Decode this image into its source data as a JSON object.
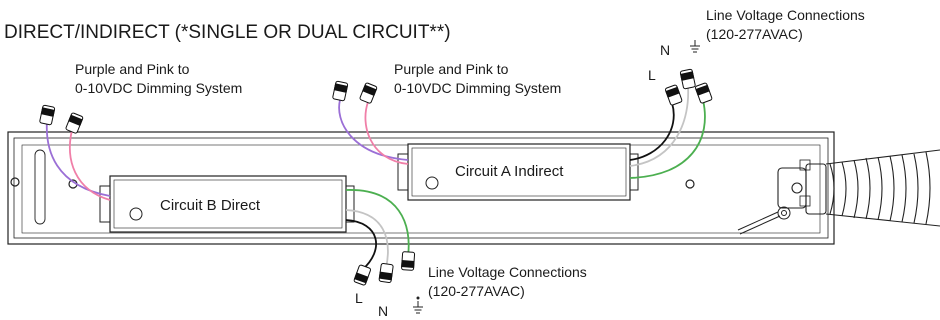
{
  "title": "DIRECT/INDIRECT (*SINGLE OR DUAL CIRCUIT**)",
  "dimming_label_left": [
    "Purple and Pink to",
    "0-10VDC Dimming System"
  ],
  "dimming_label_right": [
    "Purple and Pink to",
    "0-10VDC Dimming System"
  ],
  "line_voltage_top": [
    "Line Voltage Connections",
    "(120-277AVAC)"
  ],
  "line_voltage_bottom": [
    "Line Voltage Connections",
    "(120-277AVAC)"
  ],
  "driver_a_label": "Circuit A Indirect",
  "driver_b_label": "Circuit B Direct",
  "wire_labels": {
    "top_n": "N",
    "top_l": "L",
    "bottom_l": "L",
    "bottom_n": "N"
  },
  "colors": {
    "purple": "#9b6fd6",
    "pink": "#f07fa8",
    "black": "#111111",
    "gray": "#c4c4c4",
    "green": "#4caf50",
    "line": "#222222"
  }
}
